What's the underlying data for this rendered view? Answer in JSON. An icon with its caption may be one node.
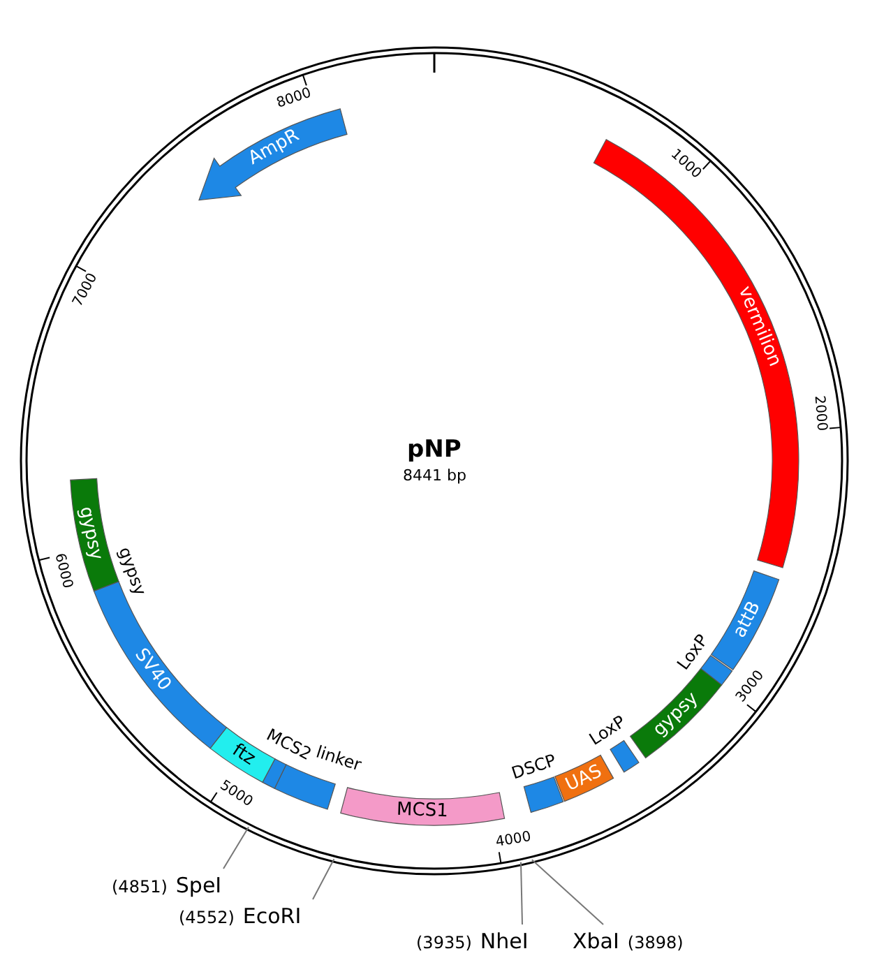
{
  "diagram": {
    "title": "pNP",
    "nodes": [
      {
        "text": [
          "AmpR"
        ]
      },
      {
        "text": [
          "vermilion"
        ]
      },
      {
        "text": [
          "attB"
        ]
      },
      {
        "text": [],
        "shape": "bar",
        "beside": [
          "LoxP"
        ]
      },
      {
        "text": [
          "gypsy"
        ]
      },
      {
        "text": [],
        "shape": "bar",
        "beside": [
          "LoxP"
        ]
      },
      {
        "text": [
          "UAS"
        ]
      },
      {
        "text": [],
        "shape": "bar",
        "beside": [
          "DSCP"
        ]
      },
      {
        "text": [
          "MCS1"
        ]
      },
      {
        "text": [],
        "shape": "bar",
        "beside": [
          "linker"
        ]
      },
      {
        "text": [],
        "shape": "bar",
        "beside": [
          "MCS2"
        ]
      },
      {
        "text": [
          "ftz"
        ]
      },
      {
        "text": [
          "SV40"
        ]
      },
      {
        "text": [
          "gypsy"
        ]
      },
      {
        "text": [
          "(4851)",
          "SpeI"
        ]
      },
      {
        "text": [
          "(4552)",
          "EcoRI"
        ]
      },
      {
        "text": [
          "(3935)",
          "NheI"
        ]
      },
      {
        "text": [
          "XbaI",
          "(3898)"
        ]
      }
    ],
    "edges": [
      {
        "from": 14,
        "to": null,
        "arrow": "none"
      },
      {
        "from": 15,
        "to": null,
        "arrow": "none"
      },
      {
        "from": 16,
        "to": null,
        "arrow": "none"
      },
      {
        "from": 17,
        "to": null,
        "arrow": "none"
      }
    ],
    "labels": [
      "8441 bp",
      "1000",
      "2000",
      "3000",
      "4000",
      "5000",
      "6000",
      "7000",
      "8000",
      "gypsy"
    ]
  }
}
